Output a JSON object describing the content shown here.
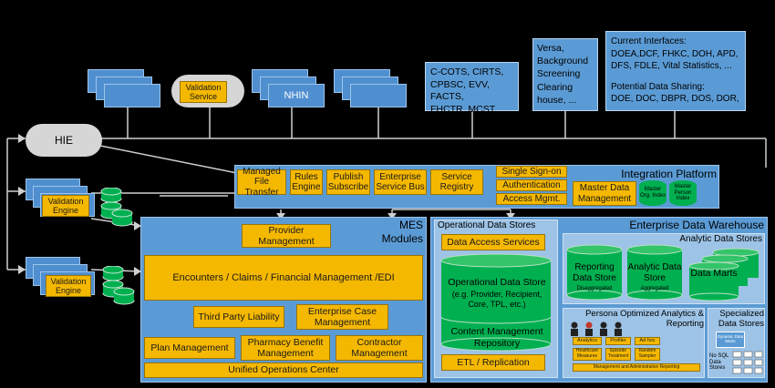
{
  "top": {
    "validation_service": "Validation Service",
    "nhin": "NHIN",
    "cots": [
      "C-COTS, CIRTS,",
      "CPBSC, EVV, FACTS,",
      "FHCTR, MCST, ..."
    ],
    "versa": [
      "Versa,",
      "Background",
      "Screening",
      "Clearing",
      "house, ..."
    ],
    "current_interfaces_title": "Current Interfaces:",
    "current_interfaces": [
      "DOEA,DCF, FHKC, DOH, APD,",
      "DFS, FDLE, Vital Statistics, ..."
    ],
    "potential_title": "Potential Data Sharing:",
    "potential": [
      "DOE, DOC, DBPR, DOS, DOR, ..."
    ]
  },
  "hie": "HIE",
  "validation_engine": "Validation Engine",
  "integration": {
    "title": "Integration Platform",
    "managed_file_transfer": "Managed File Transfer",
    "rules_engine": "Rules Engine",
    "publish_subscribe": "Publish Subscribe",
    "enterprise_service_bus": "Enterprise Service Bus",
    "service_registry": "Service Registry",
    "single_sign_on": "Single Sign-on",
    "authentication": "Authentication",
    "access_mgmt": "Access Mgmt.",
    "master_data_management": "Master Data Management",
    "master_org_index": "Master Org. Index",
    "master_person_index": "Master Person Index"
  },
  "mes": {
    "title": "MES Modules",
    "provider_management": "Provider Management",
    "encounters": "Encounters  / Claims / Financial Management /EDI",
    "third_party_liability": "Third Party Liability",
    "enterprise_case_management": "Enterprise Case Management",
    "plan_management": "Plan Management",
    "pharmacy_benefit_management": "Pharmacy Benefit Management",
    "contractor_management": "Contractor Management",
    "unified_operations_center": "Unified Operations Center"
  },
  "ods": {
    "title": "Operational Data Stores",
    "data_access_services": "Data Access Services",
    "operational_data_store": "Operational Data Store",
    "ods_detail": "(e.g. Provider, Recipient, Core, TPL, etc.)",
    "content_management_repository": "Content Management Repository",
    "etl_replication": "ETL / Replication"
  },
  "edw": {
    "title": "Enterprise Data Warehouse",
    "analytic_title": "Analytic Data Stores",
    "reporting_data_store": "Reporting Data Store",
    "reporting_sub": "Disaggregated",
    "analytic_data_store": "Analytic Data Store",
    "analytic_sub": "Aggregated",
    "data_marts": "Data Marts",
    "persona_title": "Persona Optimized Analytics & Reporting",
    "analytics": "Analytics",
    "profiler": "Profiler",
    "ad_hoc": "Ad hoc",
    "healthcare_measures": "Healthcare Measures",
    "episode_treatment": "Episode Treatment",
    "random_sampler": "Random Sampler",
    "management_reporting": "Management and Administrative Reporting",
    "specialized_title": "Specialized Data Stores",
    "dynamic_data_marts": "Dynamic Data Marts",
    "no_sql": "No SQL Data Stores"
  },
  "colors": {
    "gold": "#f5b800",
    "blue": "#5b9bd5",
    "region": "#9dc3e6",
    "green": "#00b050"
  }
}
